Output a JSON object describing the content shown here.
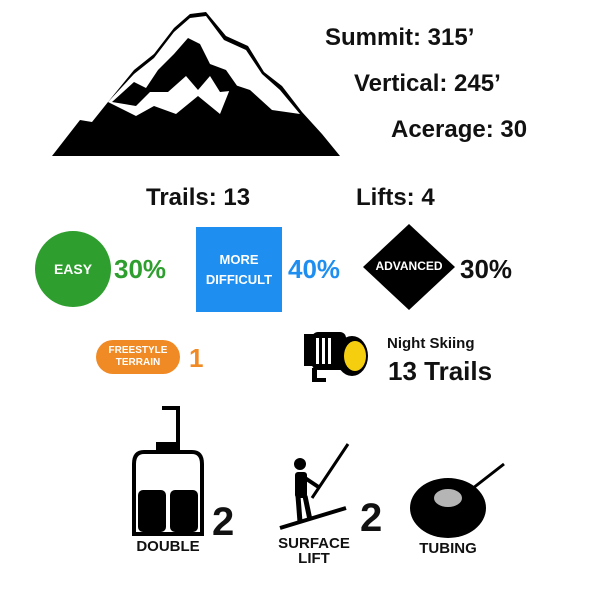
{
  "stats": {
    "summit": "Summit: 315’",
    "vertical": "Vertical: 245’",
    "acreage": "Acerage: 30"
  },
  "counts": {
    "trails": "Trails: 13",
    "lifts": "Lifts: 4"
  },
  "difficulty": {
    "easy": {
      "label": "EASY",
      "percent": "30%",
      "color": "#2e9e2e"
    },
    "more_difficult": {
      "label_line1": "MORE",
      "label_line2": "DIFFICULT",
      "percent": "40%",
      "color": "#1e8ff0"
    },
    "advanced": {
      "label": "ADVANCED",
      "percent": "30%",
      "color": "#000000"
    }
  },
  "terrain": {
    "freestyle_line1": "FREESTYLE",
    "freestyle_line2": "TERRAIN",
    "freestyle_count": "1",
    "freestyle_color": "#f08a24"
  },
  "night": {
    "label": "Night Skiing",
    "value": "13 Trails",
    "icon": "spotlight-icon"
  },
  "lift_types": {
    "double": {
      "count": "2",
      "label": "DOUBLE",
      "icon": "chairlift-icon"
    },
    "surface": {
      "count": "2",
      "label_line1": "SURFACE",
      "label_line2": "LIFT",
      "icon": "surface-lift-icon"
    },
    "tubing": {
      "label": "TUBING",
      "icon": "tube-icon"
    }
  },
  "header": {
    "icon": "mountain-icon"
  }
}
